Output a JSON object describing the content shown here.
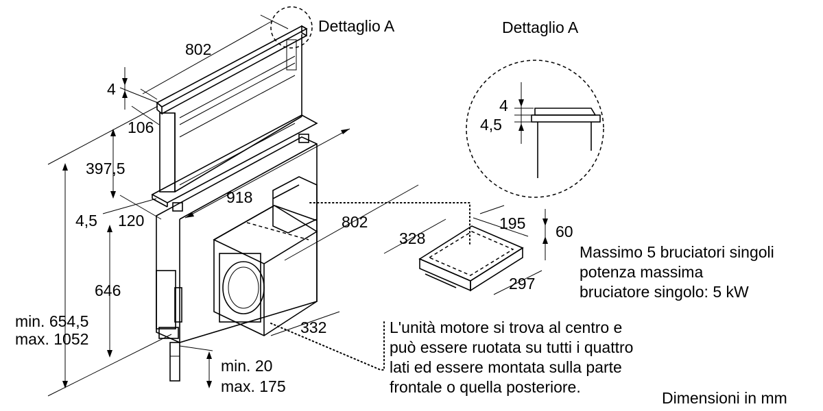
{
  "detail_labels": {
    "main_callout": "Dettaglio A",
    "detail_title": "Dettaglio A"
  },
  "dimensions": {
    "top_width": "802",
    "top_gap": "4",
    "top_depth": "106",
    "upper_height": "397,5",
    "mid_gap": "4,5",
    "mid_depth": "120",
    "body_width": "918",
    "body_depth": "802",
    "lower_height": "646",
    "total_min": "min. 654,5",
    "total_max": "max. 1052",
    "adjust_min": "min. 20",
    "adjust_max": "max. 175",
    "motor_depth": "332",
    "detail_gap_upper": "4",
    "detail_gap_lower": "4,5"
  },
  "motor_box": {
    "depth": "328",
    "width": "195",
    "height": "60",
    "length": "297"
  },
  "burner_note": {
    "line1": "Massimo 5 bruciatori singoli",
    "line2": "potenza massima",
    "line3": "bruciatore singolo: 5 kW"
  },
  "motor_note": {
    "line1": "L'unità motore si trova al centro e",
    "line2": "può essere ruotata su tutti i quattro",
    "line3": "lati ed essere montata sulla parte",
    "line4": "frontale o quella posteriore."
  },
  "units_label": "Dimensioni in mm"
}
